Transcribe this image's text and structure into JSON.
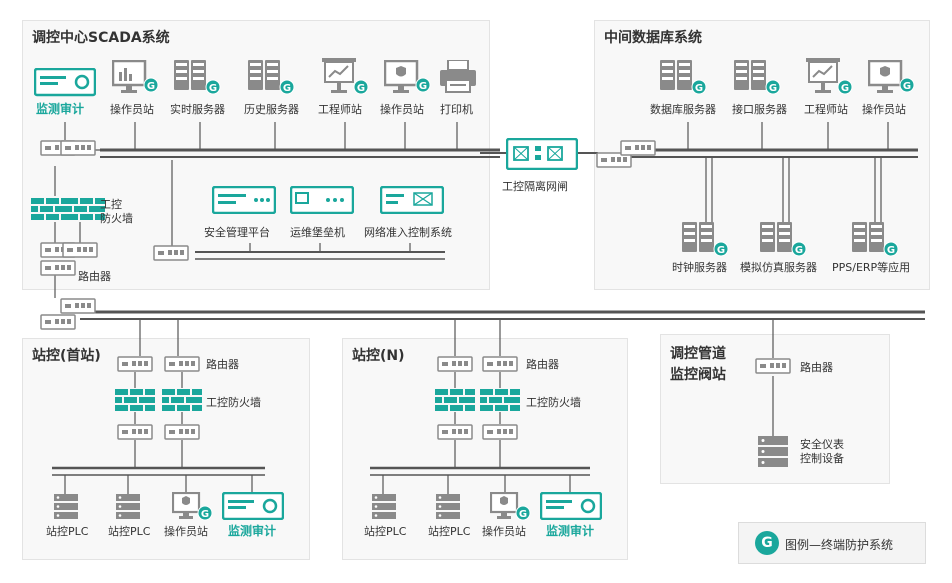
{
  "colors": {
    "teal": "#1aa79c",
    "line": "#555555",
    "device": "#8a8a8a"
  },
  "panels": {
    "scada": {
      "title": "调控中心SCADA系统",
      "devices": {
        "monitor_audit": "监测审计",
        "operator_station_1": "操作员站",
        "realtime_server": "实时服务器",
        "history_server": "历史服务器",
        "engineer_station": "工程师站",
        "operator_station_2": "操作员站",
        "printer": "打印机"
      },
      "firewall": "工控\n防火墙",
      "router": "路由器",
      "security": {
        "mgmt_platform": "安全管理平台",
        "bastion": "运维堡垒机",
        "nac": "网络准入控制系统"
      }
    },
    "gateway": {
      "label": "工控隔离网闸"
    },
    "middle_db": {
      "title": "中间数据库系统",
      "devices": {
        "db_server": "数据库服务器",
        "interface_server": "接口服务器",
        "engineer_station": "工程师站",
        "operator_station": "操作员站",
        "clock_server": "时钟服务器",
        "sim_server": "模拟仿真服务器",
        "pps_erp": "PPS/ERP等应用"
      }
    },
    "station_first": {
      "title": "站控(首站)",
      "router": "路由器",
      "firewall": "工控防火墙",
      "devices": {
        "plc_1": "站控PLC",
        "plc_2": "站控PLC",
        "operator": "操作员站",
        "audit": "监测审计"
      }
    },
    "station_n": {
      "title": "站控(N)",
      "router": "路由器",
      "firewall": "工控防火墙",
      "devices": {
        "plc_1": "站控PLC",
        "plc_2": "站控PLC",
        "operator": "操作员站",
        "audit": "监测审计"
      }
    },
    "valve": {
      "title": "调控管道\n监控阀站",
      "router": "路由器",
      "sis": "安全仪表\n控制设备"
    }
  },
  "legend": {
    "badge": "G",
    "text": "图例—终端防护系统"
  },
  "icons": {
    "server": "server-icon",
    "monitor": "monitor-icon",
    "router": "router-icon",
    "firewall": "firewall-icon",
    "printer": "printer-icon",
    "engineer": "presentation-icon",
    "appliance": "appliance-icon",
    "gateway": "gateway-icon",
    "plc": "plc-icon",
    "badge": "g-badge-icon"
  }
}
